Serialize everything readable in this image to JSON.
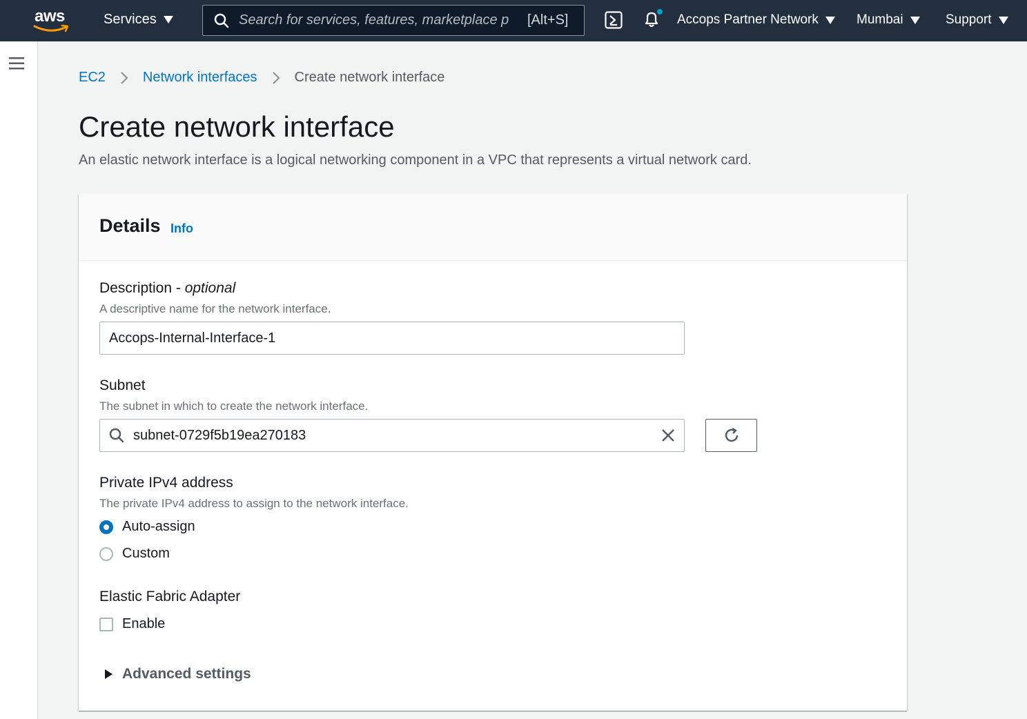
{
  "nav": {
    "logo_text": "aws",
    "services_label": "Services",
    "search_placeholder": "Search for services, features, marketplace p",
    "search_shortcut": "[Alt+S]",
    "account_label": "Accops Partner Network",
    "region_label": "Mumbai",
    "support_label": "Support"
  },
  "breadcrumb": {
    "items": [
      {
        "label": "EC2"
      },
      {
        "label": "Network interfaces"
      }
    ],
    "current": "Create network interface"
  },
  "page": {
    "title": "Create network interface",
    "description": "An elastic network interface is a logical networking component in a VPC that represents a virtual network card."
  },
  "details": {
    "header": "Details",
    "info_link": "Info",
    "description_label": "Description - ",
    "description_optional": "optional",
    "description_hint": "A descriptive name for the network interface.",
    "description_value": "Accops-Internal-Interface-1",
    "subnet_label": "Subnet",
    "subnet_hint": "The subnet in which to create the network interface.",
    "subnet_value": "subnet-0729f5b19ea270183",
    "ipv4_label": "Private IPv4 address",
    "ipv4_hint": "The private IPv4 address to assign to the network interface.",
    "ipv4_options": [
      {
        "label": "Auto-assign",
        "checked": true
      },
      {
        "label": "Custom",
        "checked": false
      }
    ],
    "efa_label": "Elastic Fabric Adapter",
    "efa_checkbox_label": "Enable",
    "efa_enabled": false,
    "advanced_label": "Advanced settings"
  },
  "colors": {
    "nav_bg": "#232f3e",
    "link": "#0073bb",
    "accent_orange": "#ff9900",
    "notification_dot": "#00a1c9"
  }
}
